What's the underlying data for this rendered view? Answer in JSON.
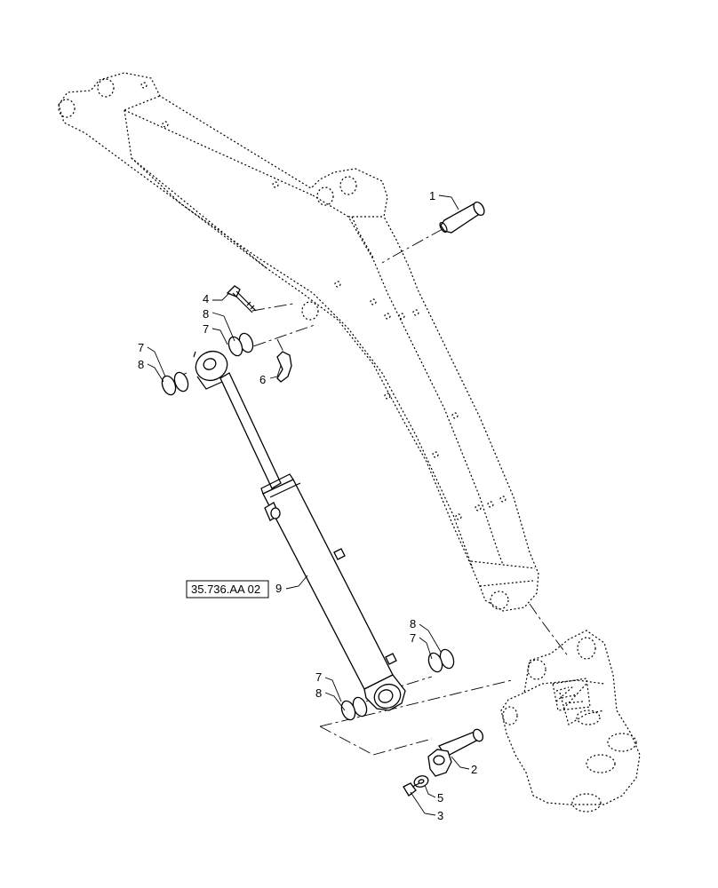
{
  "reference_label": "35.736.AA 02",
  "callouts": {
    "c1": "1",
    "c2": "2",
    "c3": "3",
    "c4": "4",
    "c5": "5",
    "c6": "6",
    "c7a": "7",
    "c8a": "8",
    "c7b": "7",
    "c8b": "8",
    "c9": "9",
    "c8c": "8",
    "c7c": "7",
    "c7d": "7",
    "c8d": "8"
  },
  "colors": {
    "line": "#000000",
    "background": "#ffffff"
  }
}
